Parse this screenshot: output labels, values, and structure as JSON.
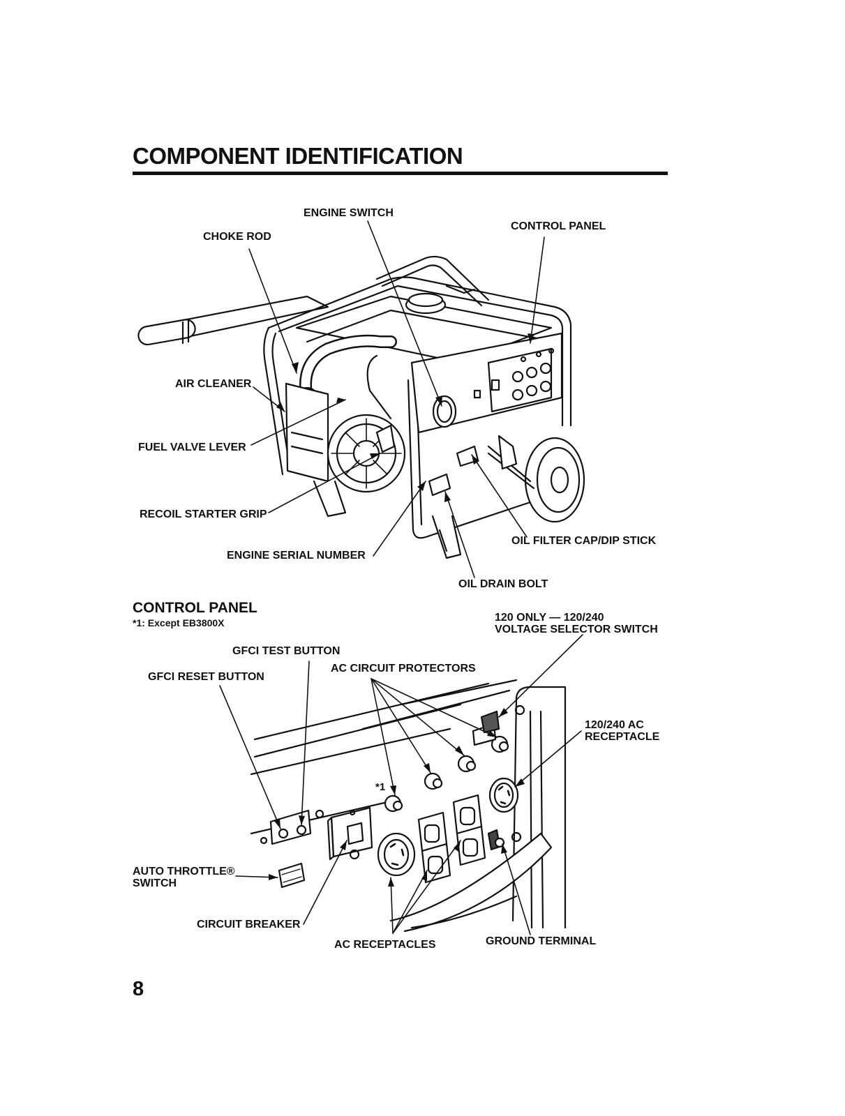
{
  "page": {
    "title": "COMPONENT IDENTIFICATION",
    "page_number": "8"
  },
  "generator_labels": {
    "engine_switch": "ENGINE SWITCH",
    "control_panel": "CONTROL PANEL",
    "choke_rod": "CHOKE ROD",
    "air_cleaner": "AIR CLEANER",
    "fuel_valve_lever": "FUEL VALVE LEVER",
    "recoil_starter_grip": "RECOIL STARTER GRIP",
    "engine_serial_number": "ENGINE SERIAL NUMBER",
    "oil_filter_cap": "OIL FILTER CAP/DIP STICK",
    "oil_drain_bolt": "OIL DRAIN BOLT"
  },
  "control_panel_section": {
    "heading": "CONTROL PANEL",
    "footnote": "*1: Except EB3800X",
    "footnote_marker": "*1",
    "labels": {
      "voltage_selector_line1": "120 ONLY — 120/240",
      "voltage_selector_line2": "VOLTAGE SELECTOR SWITCH",
      "gfci_test": "GFCI TEST BUTTON",
      "gfci_reset": "GFCI RESET BUTTON",
      "ac_circuit_protectors": "AC CIRCUIT PROTECTORS",
      "receptacle_120_240_line1": "120/240 AC",
      "receptacle_120_240_line2": "RECEPTACLE",
      "auto_throttle_line1": "AUTO THROTTLE®",
      "auto_throttle_line2": "SWITCH",
      "circuit_breaker": "CIRCUIT BREAKER",
      "ac_receptacles": "AC RECEPTACLES",
      "ground_terminal": "GROUND TERMINAL"
    }
  }
}
